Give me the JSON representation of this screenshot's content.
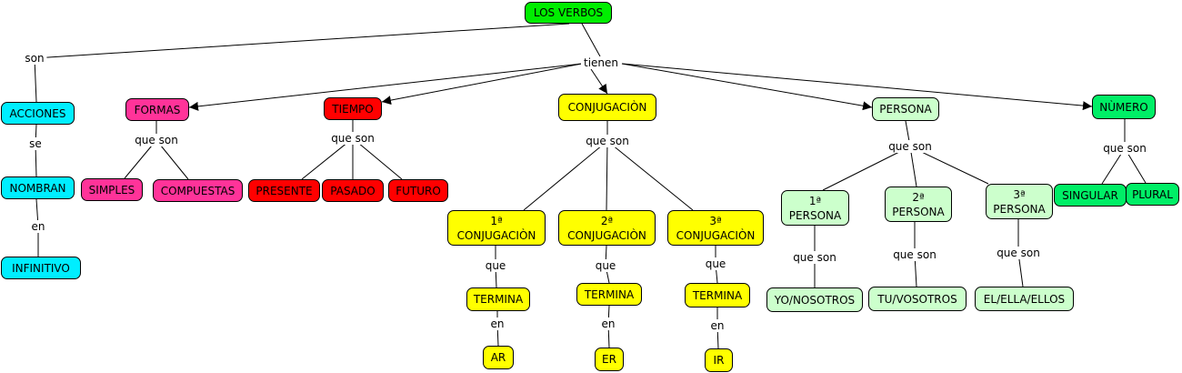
{
  "colors": {
    "root": "#00ee00",
    "definition": "#00eeff",
    "formas": "#ff3399",
    "tiempo": "#ff0000",
    "conjugacion": "#ffff00",
    "persona": "#ccffcc",
    "numero": "#00ee66",
    "lines": "#000000"
  },
  "nodes": {
    "root": "LOS VERBOS",
    "acciones": "ACCIONES",
    "nombran": "NOMBRAN",
    "infinitivo": "INFINITIVO",
    "formas": "FORMAS",
    "simples": "SIMPLES",
    "compuestas": "COMPUESTAS",
    "tiempo": "TIEMPO",
    "presente": "PRESENTE",
    "pasado": "PASADO",
    "futuro": "FUTURO",
    "conjugacion": "CONJUGACIÒN",
    "conj1": "1ª\nCONJUGACIÒN",
    "conj2": "2ª\nCONJUGACIÒN",
    "conj3": "3ª\nCONJUGACIÒN",
    "termina1": "TERMINA",
    "termina2": "TERMINA",
    "termina3": "TERMINA",
    "ar": "AR",
    "er": "ER",
    "ir": "IR",
    "persona": "PERSONA",
    "persona1": "1ª\nPERSONA",
    "persona2": "2ª\nPERSONA",
    "persona3": "3ª\nPERSONA",
    "yo": "YO/NOSOTROS",
    "tu": "TU/VOSOTROS",
    "el": "EL/ELLA/ELLOS",
    "numero": "NÙMERO",
    "singular": "SINGULAR",
    "plural": "PLURAL"
  },
  "links": {
    "son": "son",
    "se": "se",
    "en_infinitivo": "en",
    "tienen": "tienen",
    "que_son_formas": "que son",
    "que_son_tiempo": "que son",
    "que_son_conjugacion": "que son",
    "que1": "que",
    "que2": "que",
    "que3": "que",
    "en1": "en",
    "en2": "en",
    "en3": "en",
    "que_son_persona": "que son",
    "que_son_p1": "que son",
    "que_son_p2": "que son",
    "que_son_p3": "que son",
    "que_son_numero": "que son"
  }
}
